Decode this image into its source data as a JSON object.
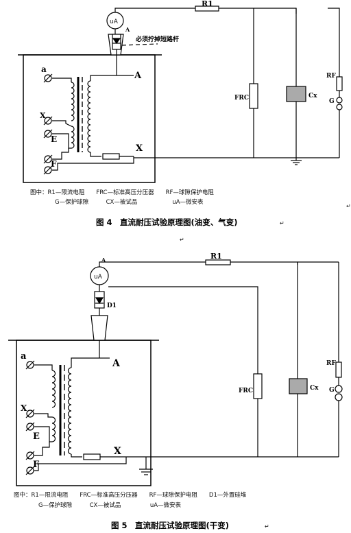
{
  "fig4": {
    "labels": {
      "r1": "R1",
      "ua": "uA",
      "a_top": "A",
      "warning": "必须拧掉短路杆",
      "a_out": "A",
      "a_low": "a",
      "x_low": "X",
      "e": "E",
      "f": "F",
      "x_out": "X",
      "frc": "FRC",
      "cx": "Cx",
      "rf": "RF",
      "g": "G"
    },
    "legend": {
      "line1": "图中：R1—限流电阻　　FRC—标准高压分压器　　RF—球隙保护电阻",
      "line2": "G—保护球隙　　　CX—被试品　　　　　　uA—微安表"
    },
    "caption": "图 4　直流耐压试验原理图(油变、气变)"
  },
  "fig5": {
    "labels": {
      "r1": "R1",
      "ua": "uA",
      "a_top": "A",
      "d1": "D1",
      "a_out": "A",
      "a_low": "a",
      "x_low": "X",
      "e": "E",
      "f": "F",
      "x_out": "X",
      "frc": "FRC",
      "cx": "Cx",
      "rf": "RF",
      "g": "G"
    },
    "legend": {
      "line1": "图中：R1—限流电阻　　FRC—标准高压分压器　　RF—球隙保护电阻　　D1—外置硅堆",
      "line2": "G—保护球隙　　　CX—被试品　　　　　uA—微安表"
    },
    "caption": "图 5　直流耐压试验原理图(干变)"
  },
  "marks": {
    "para": "↵"
  }
}
